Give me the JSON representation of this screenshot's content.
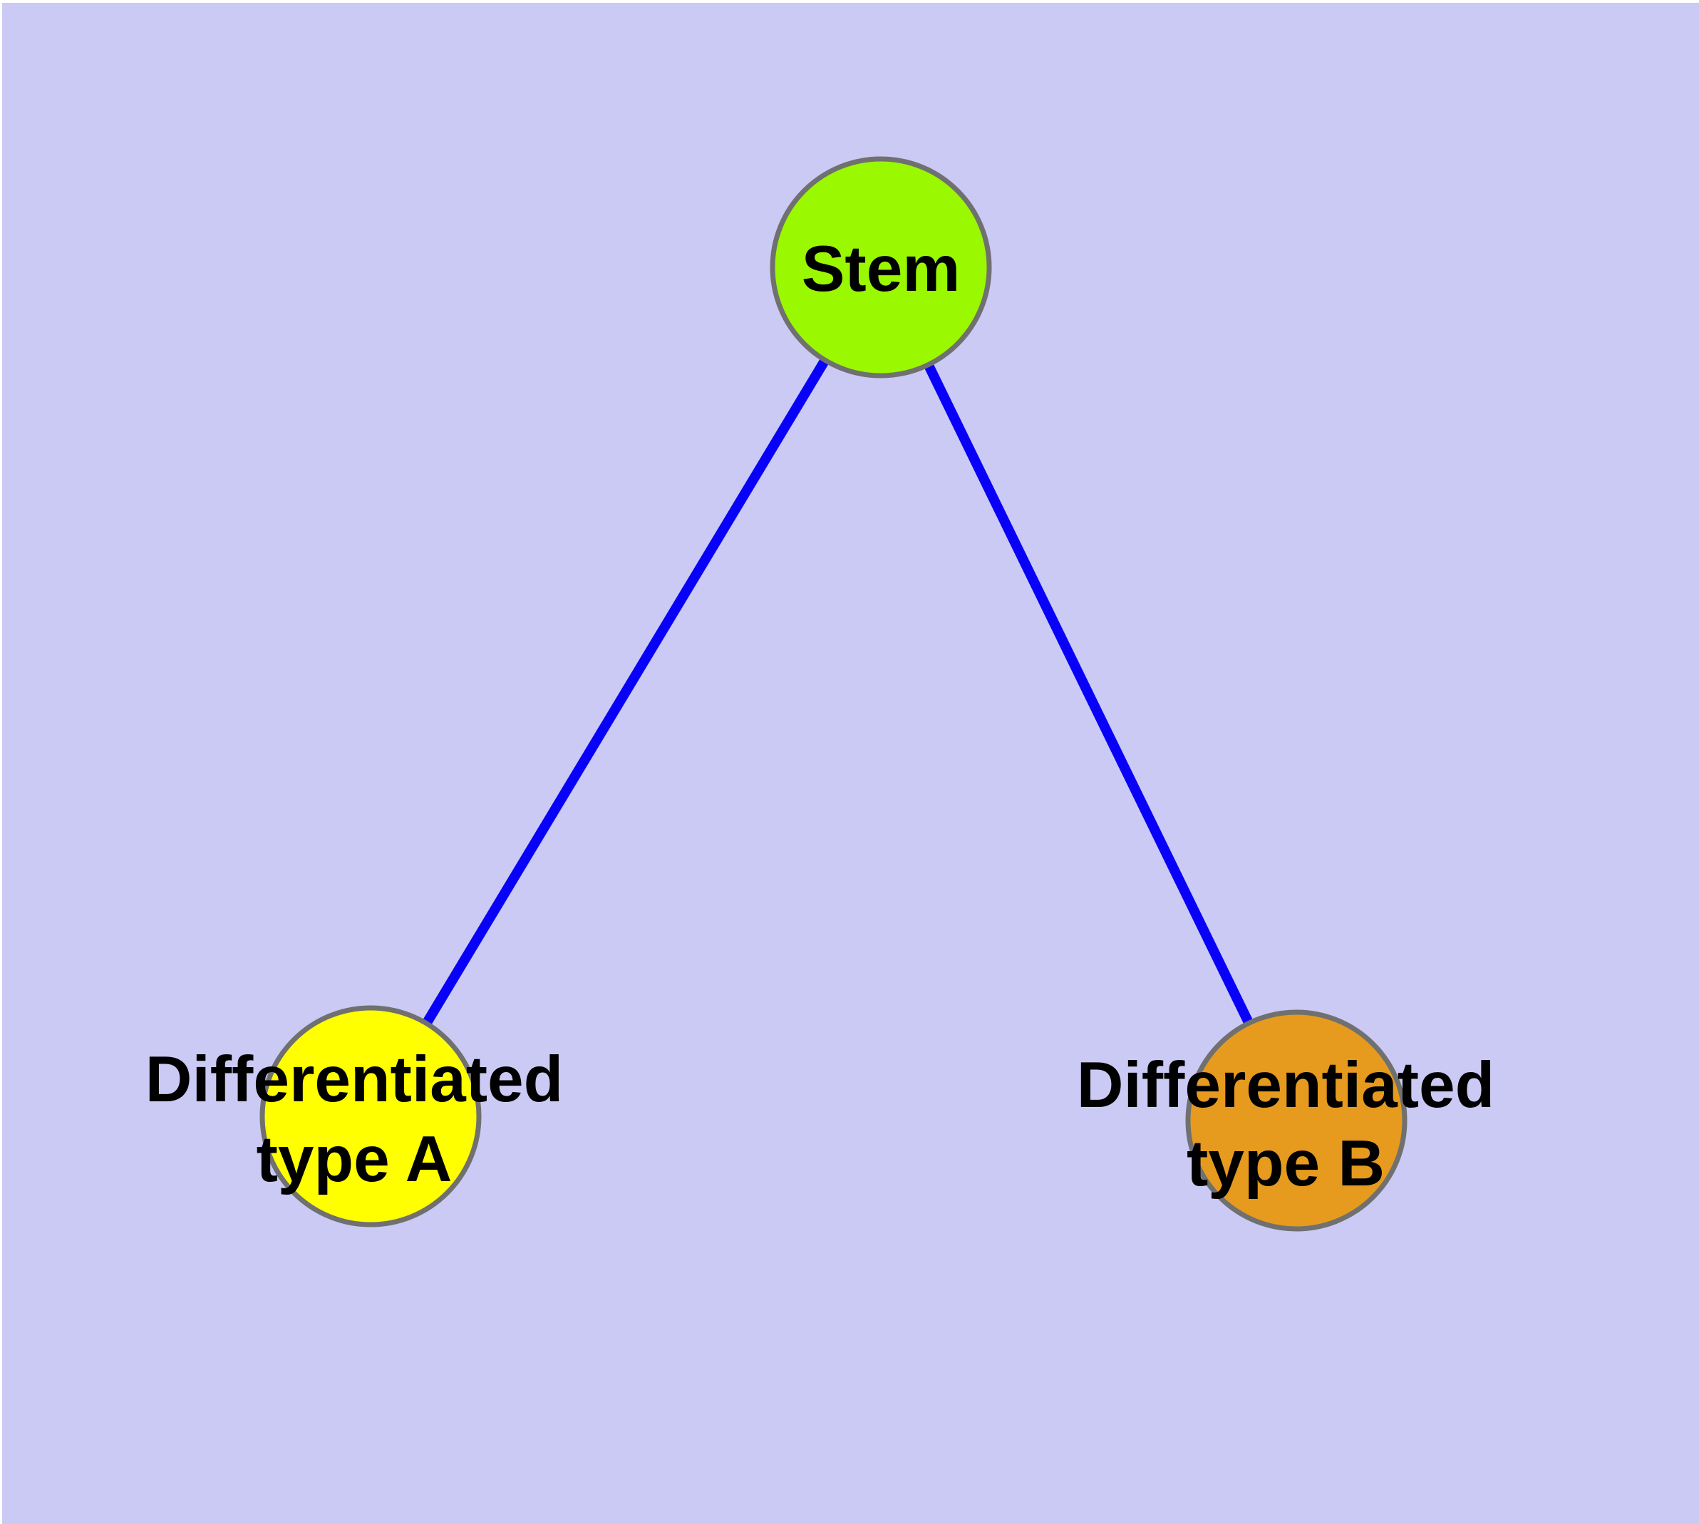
{
  "figure": {
    "description": "Cell differentiation graph diagram",
    "background_color": "#CACAF4",
    "margin_color": "#FFFFFF"
  },
  "nodes": {
    "stem": {
      "label": "Stem",
      "fill": "#9AF800",
      "border": "#707070"
    },
    "typeA": {
      "label_line1": "Differentiated",
      "label_line2": "type A",
      "fill": "#FFFF00",
      "border": "#707070"
    },
    "typeB": {
      "label_line1": "Differentiated",
      "label_line2": "type B",
      "fill": "#E69A1E",
      "border": "#707070"
    }
  },
  "edges": {
    "color": "#0800F8",
    "list": [
      {
        "from": "Stem",
        "to": "Differentiated type A"
      },
      {
        "from": "Stem",
        "to": "Differentiated type B"
      }
    ]
  }
}
